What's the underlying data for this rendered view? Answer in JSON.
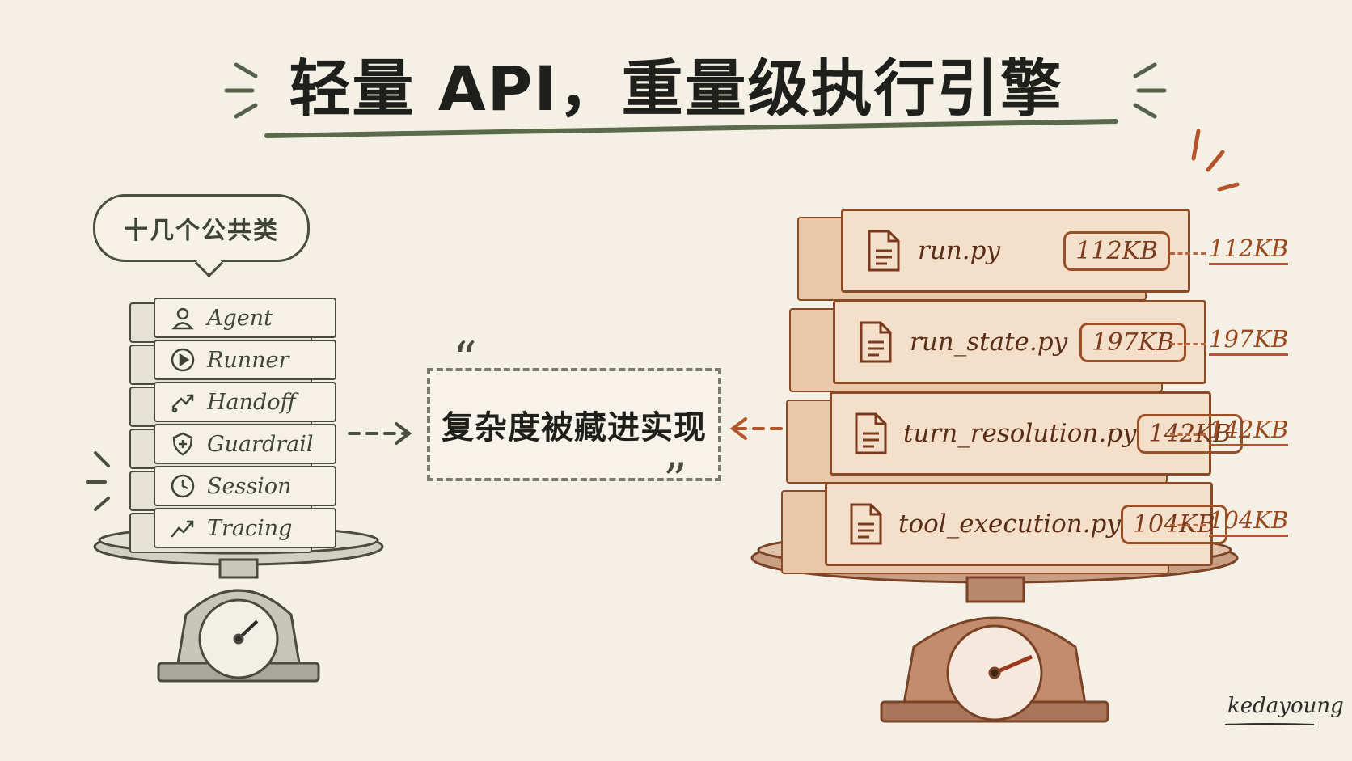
{
  "title": "轻量 API，重量级执行引擎",
  "bubble": {
    "text": "十几个公共类"
  },
  "public_classes": [
    {
      "label": "Agent",
      "icon": "user-icon"
    },
    {
      "label": "Runner",
      "icon": "play-icon"
    },
    {
      "label": "Handoff",
      "icon": "handoff-arrows-icon"
    },
    {
      "label": "Guardrail",
      "icon": "shield-icon"
    },
    {
      "label": "Session",
      "icon": "clock-icon"
    },
    {
      "label": "Tracing",
      "icon": "trend-line-icon"
    }
  ],
  "middle": {
    "text": "复杂度被藏进实现",
    "open_quote": "“",
    "close_quote": "”"
  },
  "files": [
    {
      "name": "run.py",
      "size": "112KB"
    },
    {
      "name": "run_state.py",
      "size": "197KB"
    },
    {
      "name": "turn_resolution.py",
      "size": "142KB"
    },
    {
      "name": "tool_execution.py",
      "size": "104KB"
    }
  ],
  "signature": "kedayoung",
  "colors": {
    "left_ink": "#4a4f3e",
    "right_ink": "#8a4a25",
    "right_fill": "#f4dfca",
    "title_underline": "#5b6a4a",
    "background": "#f4f0e6"
  }
}
